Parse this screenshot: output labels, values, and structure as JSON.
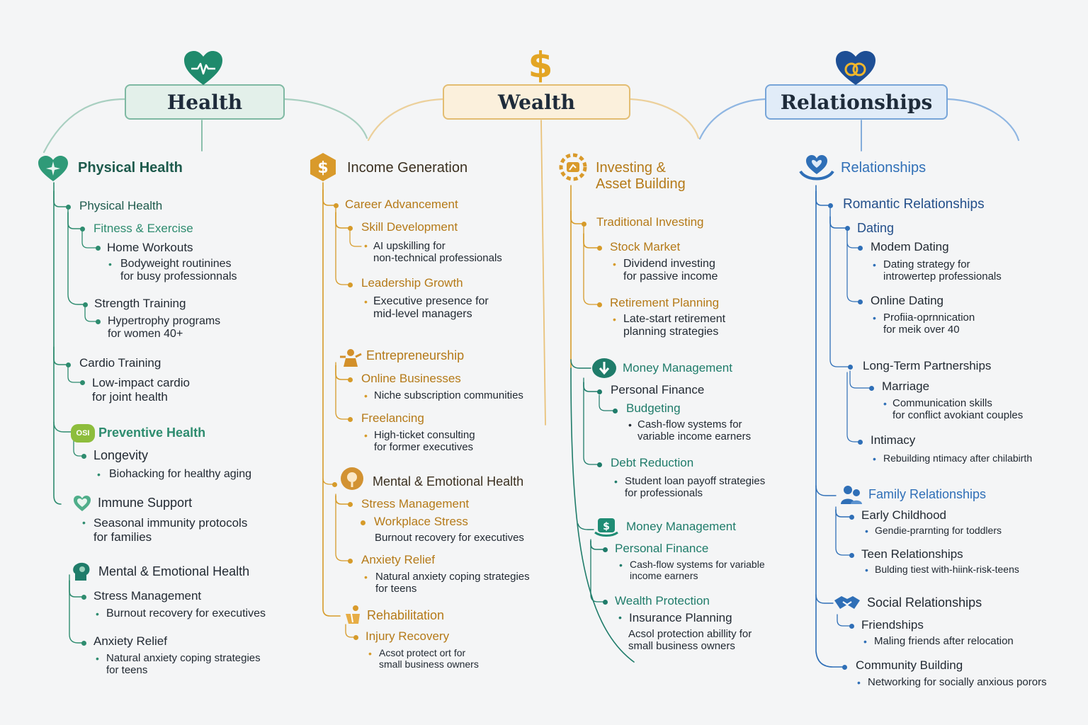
{
  "colors": {
    "health": "#2e8c6f",
    "health_dark": "#1d5a4c",
    "wealth": "#d69b2a",
    "wealth_dark": "#b57a18",
    "relationships": "#2f6fb7",
    "relationships_dark": "#234f8a",
    "text": "#222a33"
  },
  "roots": [
    {
      "key": "health",
      "label": "Health",
      "icon": "heart-pulse-icon"
    },
    {
      "key": "wealth",
      "label": "Wealth",
      "icon": "dollar-icon"
    },
    {
      "key": "relationships",
      "label": "Relationships",
      "icon": "heart-rings-icon"
    }
  ],
  "health": {
    "physical_health": "Physical Health",
    "physical_health_sub": "Physical Health",
    "fitness": "Fitness & Exercise",
    "home_workouts": "Home Workouts",
    "home_workouts_detail": "Bodyweight routinines\nfor busy professionnals",
    "strength": "Strength Training",
    "strength_detail": "Hypertrophy programs\nfor women 40+",
    "cardio": "Cardio Training",
    "cardio_detail": "Low-impact cardio\nfor joint health",
    "preventive": "Preventive Health",
    "longevity": "Longevity",
    "longevity_detail": "Biohacking for healthy aging",
    "immune": "Immune Support",
    "immune_detail": "Seasonal immunity protocols\nfor families",
    "mental": "Mental & Emotional Health",
    "stress": "Stress Management",
    "stress_detail": "Burnout recovery for executives",
    "anxiety": "Anxiety Relief",
    "anxiety_detail": "Natural anxiety coping strategies\nfor teens"
  },
  "wealth": {
    "income": "Income Generation",
    "career": "Career Advancement",
    "skill": "Skill Development",
    "skill_detail": "AI upskilling for\nnon-technical professionals",
    "leadership": "Leadership Growth",
    "leadership_detail": "Executive presence for\nmid-level managers",
    "entrepreneurship": "Entrepreneurship",
    "online": "Online Businesses",
    "online_detail": "Niche subscription communities",
    "freelancing": "Freelancing",
    "freelancing_detail": "High-ticket consulting\nfor former executives",
    "mental": "Mental & Emotional Health",
    "stress": "Stress Management",
    "workplace": "Workplace Stress",
    "workplace_detail": "Burnout recovery for executives",
    "anxiety": "Anxiety Relief",
    "anxiety_detail": "Natural anxiety coping strategies\nfor teens",
    "rehab": "Rehabilitation",
    "injury": "Injury Recovery",
    "injury_detail": "Acsot protect ort for\nsmall business owners",
    "investing": "Investing &\nAsset Building",
    "traditional": "Traditional Investing",
    "stock": "Stock Market",
    "stock_detail": "Dividend investing\nfor passive income",
    "retirement": "Retirement Planning",
    "retirement_detail": "Late-start retirement\nplanning strategies",
    "money1": "Money Management",
    "personal1": "Personal Finance",
    "budgeting": "Budgeting",
    "budgeting_detail": "Cash-flow systems for\nvariable income earners",
    "debt": "Debt Reduction",
    "debt_detail": "Student loan payoff strategies\nfor professionals",
    "money2": "Money Management",
    "personal2": "Personal Finance",
    "personal2_detail": "Cash-flow systems for variable\nincome earners",
    "protection": "Wealth Protection",
    "insurance": "Insurance Planning",
    "insurance_detail": "Acsol protection abillity for\nsmall business owners"
  },
  "relationships": {
    "main": "Relationships",
    "romantic": "Romantic Relationships",
    "dating": "Dating",
    "modern": "Modem Dating",
    "modern_detail": "Dating strategy for\nintrowertep professionals",
    "online": "Online Dating",
    "online_detail": "Profiia-oprnnication\nfor meik over 40",
    "longterm": "Long-Term Partnerships",
    "marriage": "Marriage",
    "marriage_detail": "Communication skills\nfor conflict avokiant couples",
    "intimacy": "Intimacy",
    "intimacy_detail": "Rebuilding ntimacy after chilabirth",
    "family": "Family Relationships",
    "early": "Early Childhood",
    "early_detail": "Gendie-prarnting for toddlers",
    "teen": "Teen Relationships",
    "teen_detail": "Bulding tiest with-hiink-risk-teens",
    "social": "Social Relationships",
    "friendships": "Friendships",
    "friendships_detail": "Maling friends after relocation",
    "community": "Community Building",
    "community_detail": "Networking for socially anxious porors"
  }
}
